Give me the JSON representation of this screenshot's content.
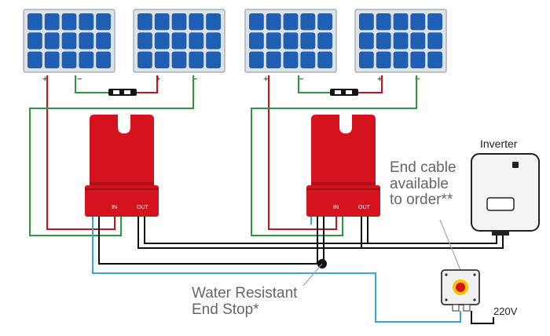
{
  "colors": {
    "panel_cell": "#1f5fb3",
    "panel_frame": "#dfe3e8",
    "optimizer_red": "#d4131f",
    "wire_red": "#c8101e",
    "wire_green": "#2a9a3f",
    "wire_black": "#111111",
    "wire_blue": "#3aa5dd",
    "inverter_body": "#f4f4f4"
  },
  "panels": {
    "plus_symbol": "+",
    "minus_symbol": "−"
  },
  "optimizers": {
    "port_label_in": "IN",
    "port_label_out": "OUT"
  },
  "inverter": {
    "title": "Inverter",
    "icon": "inverter-box"
  },
  "callouts": {
    "end_stop_line1": "Water Resistant",
    "end_stop_line2": "End Stop*",
    "end_cable_line1": "End cable",
    "end_cable_line2": "available",
    "end_cable_line3": "to order**"
  },
  "switch_box": {
    "voltage": "220V"
  }
}
